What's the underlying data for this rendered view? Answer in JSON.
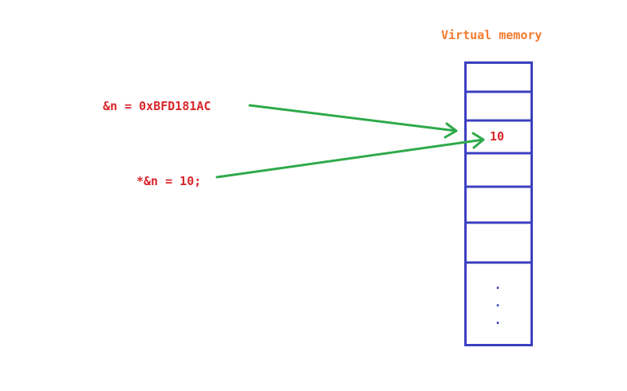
{
  "diagram": {
    "title": "Virtual memory",
    "address_expression": "&n = 0xBFD181AC",
    "assignment_expression": "*&n = 10;",
    "memory_cell_value": "10",
    "ellipsis": [
      ".",
      ".",
      "."
    ],
    "colors": {
      "title": "#f47a2c",
      "code_text": "#d9262b",
      "memory_border": "#3b3fc0",
      "arrow": "#2eaa4a"
    }
  }
}
